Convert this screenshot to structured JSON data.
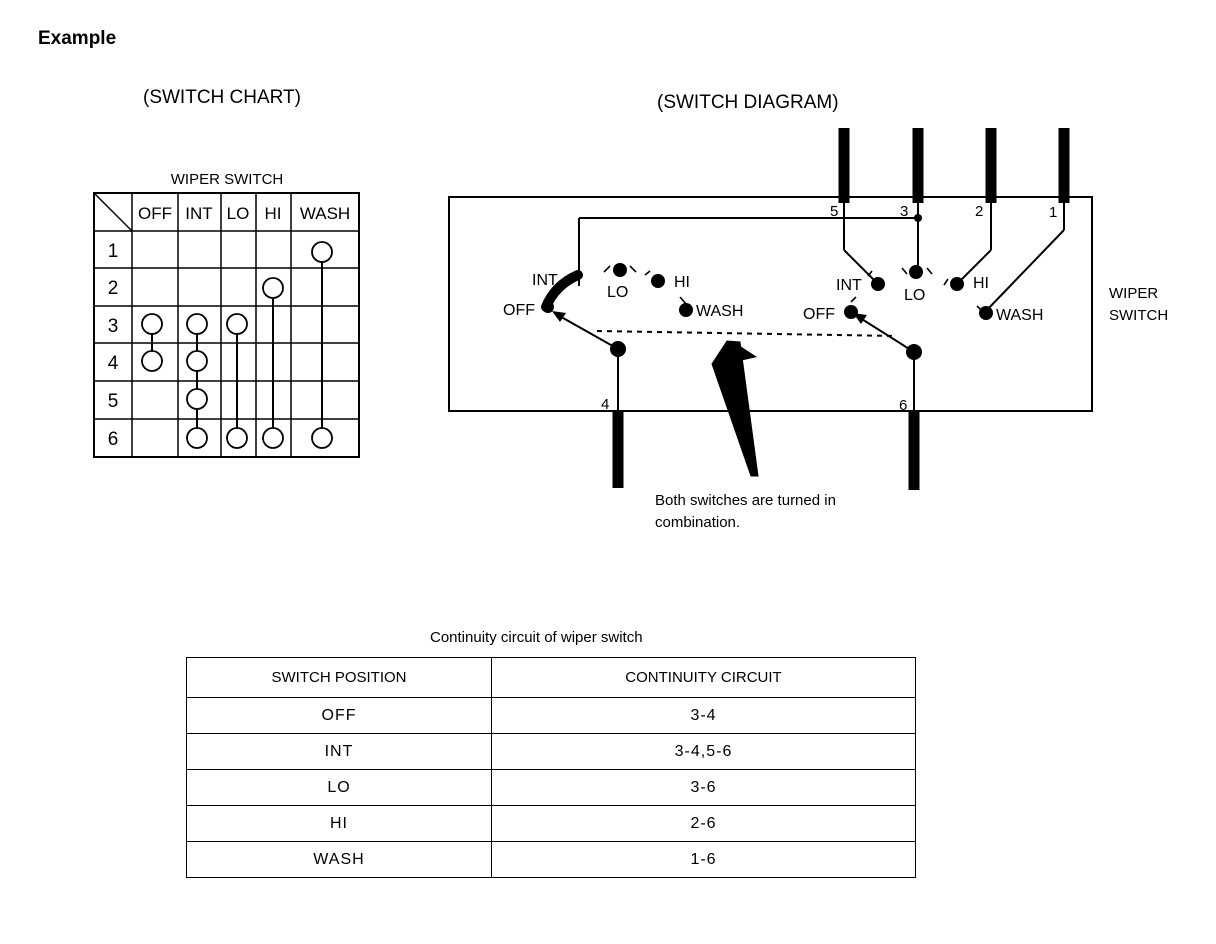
{
  "heading": "Example",
  "switch_chart": {
    "title": "(SWITCH CHART)",
    "caption": "WIPER SWITCH",
    "columns": [
      "OFF",
      "INT",
      "LO",
      "HI",
      "WASH"
    ],
    "rows": [
      "1",
      "2",
      "3",
      "4",
      "5",
      "6"
    ]
  },
  "switch_diagram": {
    "title": "(SWITCH DIAGRAM)",
    "terminals": [
      "5",
      "3",
      "2",
      "1",
      "4",
      "6"
    ],
    "left_labels": [
      "INT",
      "LO",
      "HI",
      "OFF",
      "WASH"
    ],
    "right_labels": [
      "INT",
      "LO",
      "HI",
      "OFF",
      "WASH"
    ],
    "side_label": [
      "WIPER",
      "SWITCH"
    ],
    "note": [
      "Both switches are turned in",
      "combination."
    ]
  },
  "continuity_table": {
    "caption": "Continuity circuit of wiper switch",
    "headers": [
      "SWITCH POSITION",
      "CONTINUITY CIRCUIT"
    ],
    "rows": [
      {
        "position": "OFF",
        "circuit": "3-4"
      },
      {
        "position": "INT",
        "circuit": "3-4,5-6"
      },
      {
        "position": "LO",
        "circuit": "3-6"
      },
      {
        "position": "HI",
        "circuit": "2-6"
      },
      {
        "position": "WASH",
        "circuit": "1-6"
      }
    ]
  }
}
